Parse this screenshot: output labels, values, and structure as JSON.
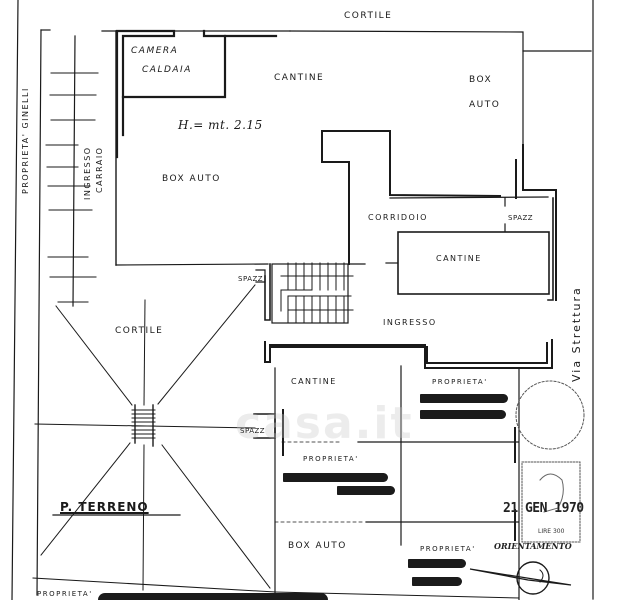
{
  "plan": {
    "title": "P. TERRENO",
    "height_note": "H.= mt. 2.15",
    "orientation_label": "ORIENTAMENTO",
    "street_label": "Via Strettura",
    "stamp": {
      "date": "21 GEN 1970",
      "value": "LIRE 300"
    },
    "watermark": "casa.it",
    "rooms": {
      "camera_caldaia_1": "CAMERA",
      "camera_caldaia_2": "CALDAIA",
      "cantine_top": "CANTINE",
      "box_auto_right_1": "BOX",
      "box_auto_right_2": "AUTO",
      "box_auto_main": "BOX AUTO",
      "corridoio": "CORRIDOIO",
      "spazz_top": "SPAZZ",
      "cantine_mid": "CANTINE",
      "spazz_stairs": "SPAZZ",
      "ingresso": "INGRESSO",
      "cortile_top": "CORTILE",
      "cortile_left": "CORTILE",
      "cantine_bottom": "CANTINE",
      "spazz_bottom": "SPAZZ",
      "box_auto_bottom": "BOX AUTO"
    },
    "vertical_labels": {
      "proprieta_ginelli": "PROPRIETA' GINELLI",
      "ingresso_carraio_1": "INGRESSO",
      "ingresso_carraio_2": "CARRAIO"
    },
    "property_labels": {
      "p1": "PROPRIETA'",
      "p2": "PROPRIETA'",
      "p3": "PROPRIETA'",
      "p4": "PROPRIETA'"
    }
  }
}
